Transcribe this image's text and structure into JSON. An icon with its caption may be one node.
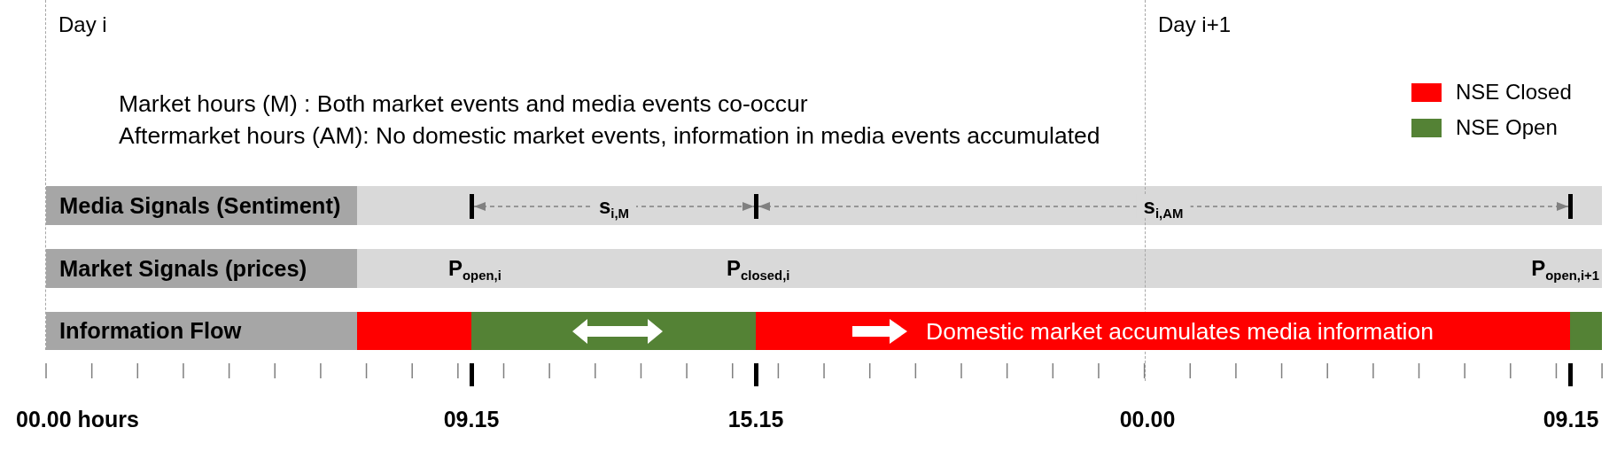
{
  "diagram": {
    "nodes": [
      {
        "text": [
          "Media Signals (Sentiment)"
        ]
      },
      {
        "text": [],
        "shape": "bar"
      },
      {
        "text": [],
        "shape": "bar",
        "in": 1
      },
      {
        "text": [],
        "shape": "bar",
        "in": 1
      },
      {
        "text": [],
        "shape": "bar",
        "in": 1
      },
      {
        "text": [
          "Market Signals (prices)"
        ]
      },
      {
        "text": [
          "P$_{open,i}$",
          "P$_{closed,i}$",
          "P$_{open,i+1}$"
        ]
      },
      {
        "text": [
          "Information Flow"
        ]
      },
      {
        "text": [],
        "shape": "bar"
      },
      {
        "text": [],
        "shape": "bar"
      },
      {
        "text": [
          "Domestic market accumulates media information"
        ]
      },
      {
        "text": [],
        "shape": "bar"
      }
    ],
    "edges": [
      {
        "from": 2,
        "to": 3,
        "arrow": "both",
        "label": "s$_{i,M}$",
        "style": "dashed"
      },
      {
        "from": 3,
        "to": 4,
        "arrow": "both",
        "label": "s$_{i,AM}$",
        "style": "dashed"
      }
    ],
    "labels": [
      "Day i",
      "Day i+1",
      "Market hours (M) : Both market events and media events co-occur",
      "Aftermarket hours (AM): No domestic market events, information in media events accumulated",
      "00.00 hours",
      "09.15",
      "15.15",
      "00.00",
      "09.15"
    ],
    "legend": [
      {
        "text": "NSE Closed",
        "color": "#ff0000"
      },
      {
        "text": "NSE Open",
        "color": "#548235"
      }
    ]
  }
}
